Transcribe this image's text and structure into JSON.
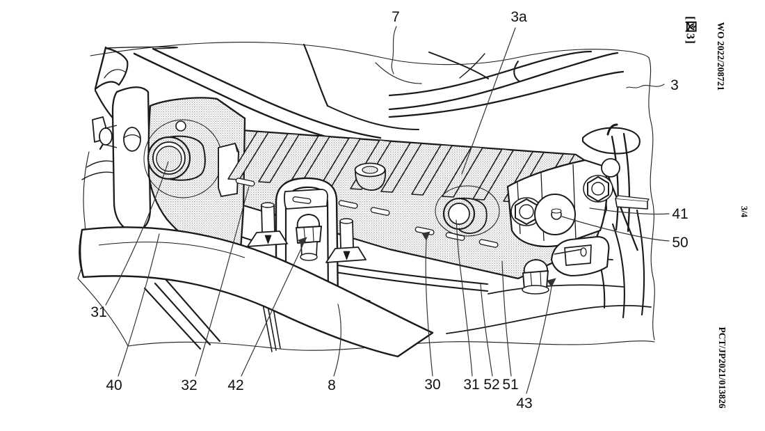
{
  "page": {
    "figure_tag": "[図3]",
    "publication_number": "WO 2022/208721",
    "page_indicator": "3/4",
    "application_number": "PCT/JP2021/013826"
  },
  "reference_labels": [
    {
      "id": "7",
      "text": "7"
    },
    {
      "id": "3a",
      "text": "3a"
    },
    {
      "id": "3",
      "text": "3"
    },
    {
      "id": "41",
      "text": "41"
    },
    {
      "id": "50",
      "text": "50"
    },
    {
      "id": "31-left",
      "text": "31"
    },
    {
      "id": "40",
      "text": "40"
    },
    {
      "id": "32",
      "text": "32"
    },
    {
      "id": "42",
      "text": "42"
    },
    {
      "id": "8",
      "text": "8"
    },
    {
      "id": "30",
      "text": "30"
    },
    {
      "id": "31-bottom",
      "text": "31"
    },
    {
      "id": "52",
      "text": "52"
    },
    {
      "id": "51",
      "text": "51"
    },
    {
      "id": "43",
      "text": "43"
    }
  ]
}
